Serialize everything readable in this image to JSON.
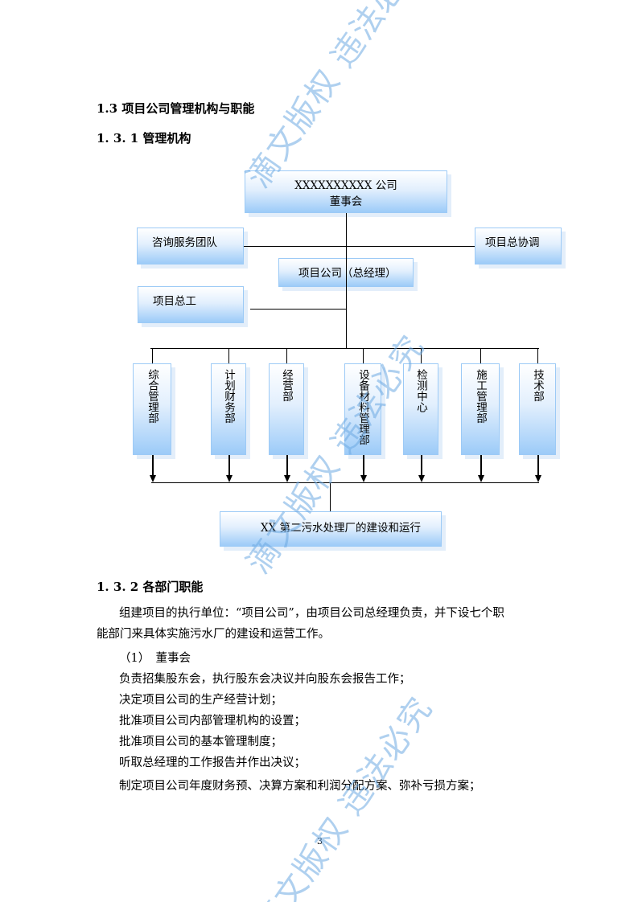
{
  "headings": {
    "h1": "1.3 项目公司管理机构与职能",
    "h2": "1. 3. 1 管理机构",
    "h3": "1. 3. 2 各部门职能"
  },
  "org_chart": {
    "board_line1": "XXXXXXXXXX 公司",
    "board_line2": "董事会",
    "consulting": "咨询服务团队",
    "coordination": "项目总协调",
    "company": "项目公司（总经理）",
    "chief_engineer": "项目总工",
    "departments": [
      "综合管理部",
      "计划财务部",
      "经营部",
      "设备材料管理部",
      "检测中心",
      "施工管理部",
      "技术部"
    ],
    "target": "XX 第二污水处理厂的建设和运行"
  },
  "body": {
    "intro_line1": "组建项目的执行单位：“项目公司”，由项目公司总经理负责，并下设七个职",
    "intro_line2": "能部门来具体实施污水厂的建设和运营工作。",
    "item1_label": "（1）　董事会",
    "duties": [
      "负责招集股东会，执行股东会决议并向股东会报告工作；",
      "决定项目公司的生产经营计划；",
      "批准项目公司内部管理机构的设置；",
      "批准项目公司的基本管理制度；",
      "听取总经理的工作报告并作出决议；",
      "制定项目公司年度财务预、决算方案和利润分配方案、弥补亏损方案；"
    ]
  },
  "page_number": "3",
  "watermark": "滴文版权 违法必究",
  "colors": {
    "box_border": "#9ccaf6",
    "box_gradient_end": "#9ccbf8",
    "watermark": "#6eaae1"
  }
}
